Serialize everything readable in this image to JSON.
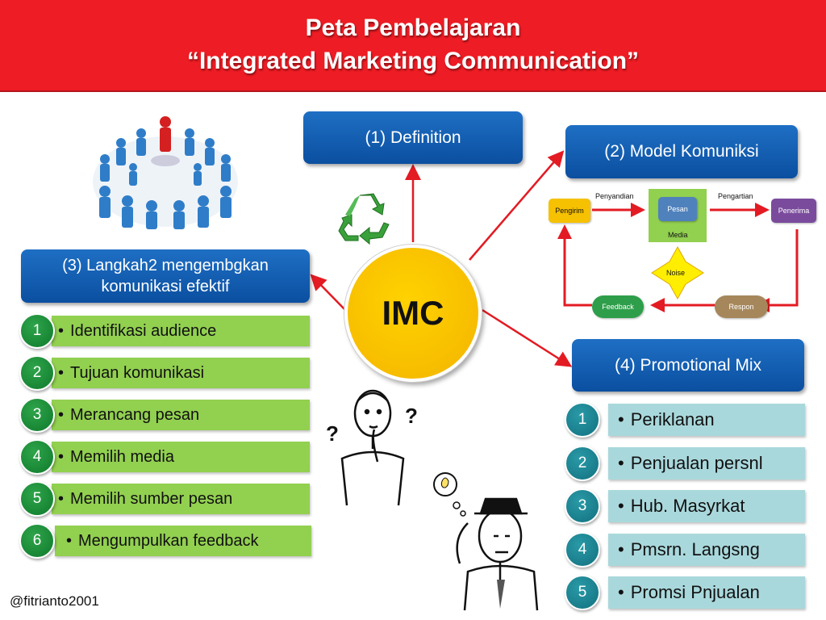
{
  "header": {
    "title_line1": "Peta Pembelajaran",
    "title_line2": "“Integrated Marketing Communication”"
  },
  "center": {
    "label": "IMC"
  },
  "boxes": {
    "definition": "(1) Definition",
    "model": "(2) Model Komuniksi",
    "steps": "(3) Langkah2 mengembgkan komunikasi efektif",
    "promo": "(4) Promotional Mix"
  },
  "steps_list": [
    {
      "num": "1",
      "label": "Identifikasi audience"
    },
    {
      "num": "2",
      "label": "Tujuan komunikasi"
    },
    {
      "num": "3",
      "label": "Merancang pesan"
    },
    {
      "num": "4",
      "label": "Memilih media"
    },
    {
      "num": "5",
      "label": "Memilih sumber pesan"
    },
    {
      "num": "6",
      "label": "Mengumpulkan feedback"
    }
  ],
  "promo_list": [
    {
      "num": "1",
      "label": "Periklanan"
    },
    {
      "num": "2",
      "label": "Penjualan persnl"
    },
    {
      "num": "3",
      "label": "Hub. Masyrkat"
    },
    {
      "num": "4",
      "label": "Pmsrn. Langsng"
    },
    {
      "num": "5",
      "label": "Promsi Pnjualan"
    }
  ],
  "model_flow": {
    "pengirim": "Pengirim",
    "penyandian": "Penyandian",
    "pesan": "Pesan",
    "media": "Media",
    "pengartian": "Pengartian",
    "penerima": "Penerima",
    "noise": "Noise",
    "feedback": "Feedback",
    "respon": "Respon"
  },
  "bullet_char": "•",
  "footer": "@fitrianto2001",
  "colors": {
    "header": "#ee1c24",
    "blue_box": "#0b5cb1",
    "center": "#ffc000",
    "green_bar": "#92d050",
    "teal_bar": "#a9d8dc",
    "arrow": "#e31b23"
  }
}
